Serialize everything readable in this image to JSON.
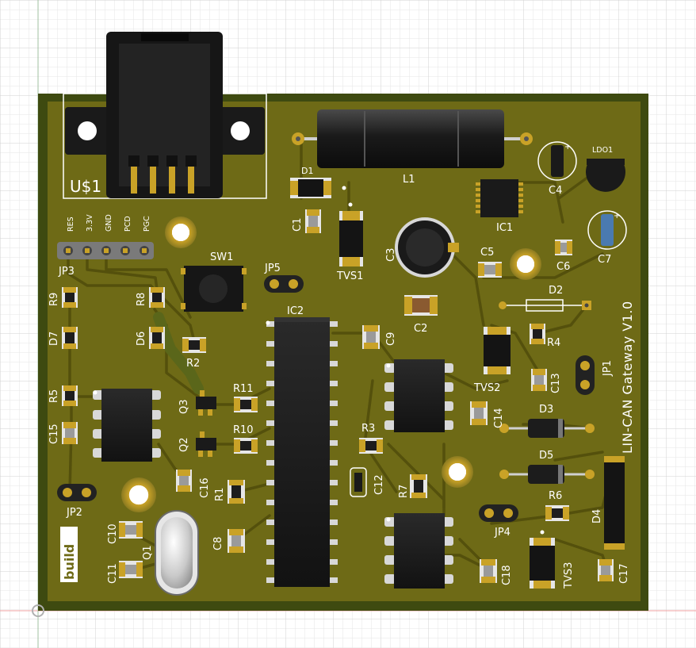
{
  "board": {
    "title": "LIN-CAN Gateway V1.0",
    "logo_text": "build",
    "colors": {
      "board": "#6e6a16",
      "board_edge": "#3e4a10",
      "trace": "#5e5a10",
      "pad": "#c9a227",
      "silk": "#ffffff",
      "component_body": "#1c1c1c"
    }
  },
  "header_pins": [
    "RES",
    "3.3V",
    "GND",
    "PCD",
    "PGC"
  ],
  "labels": {
    "usb": "U$1",
    "jp3": "JP3",
    "jp2": "JP2",
    "jp1": "JP1",
    "jp4": "JP4",
    "jp5": "JP5",
    "sw1": "SW1",
    "r9": "R9",
    "r8": "R8",
    "r5": "R5",
    "r2": "R2",
    "r11": "R11",
    "r10": "R10",
    "r1": "R1",
    "r3": "R3",
    "r7": "R7",
    "r4": "R4",
    "r6": "R6",
    "d7": "D7",
    "d6": "D6",
    "d1": "D1",
    "d2": "D2",
    "d3": "D3",
    "d5": "D5",
    "d4": "D4",
    "c15": "C15",
    "c16": "C16",
    "c10": "C10",
    "c11": "C11",
    "c8": "C8",
    "c1": "C1",
    "c2": "C2",
    "c3": "C3",
    "c4": "C4",
    "c5": "C5",
    "c6": "C6",
    "c7": "C7",
    "c9": "C9",
    "c12": "C12",
    "c13": "C13",
    "c14": "C14",
    "c17": "C17",
    "c18": "C18",
    "q1": "Q1",
    "q2": "Q2",
    "q3": "Q3",
    "ic1": "IC1",
    "ic2": "IC2",
    "l1": "L1",
    "ldo1": "LDO1",
    "tvs1": "TVS1",
    "tvs2": "TVS2",
    "tvs3": "TVS3"
  }
}
